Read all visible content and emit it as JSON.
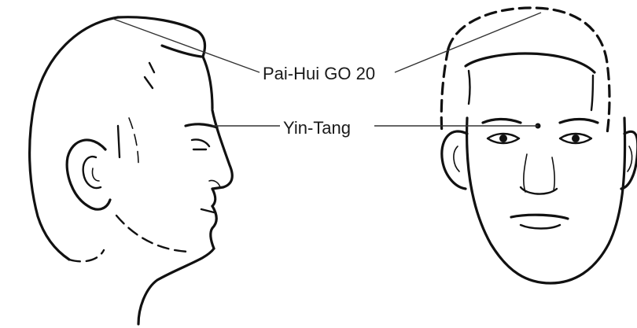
{
  "labels": {
    "pai_hui": "Pai-Hui GO 20",
    "yin_tang": "Yin-Tang"
  },
  "icons": {
    "profile_head": "head-profile-illustration",
    "front_head": "head-front-illustration"
  },
  "colors": {
    "ink": "#111111",
    "background": "#ffffff"
  }
}
